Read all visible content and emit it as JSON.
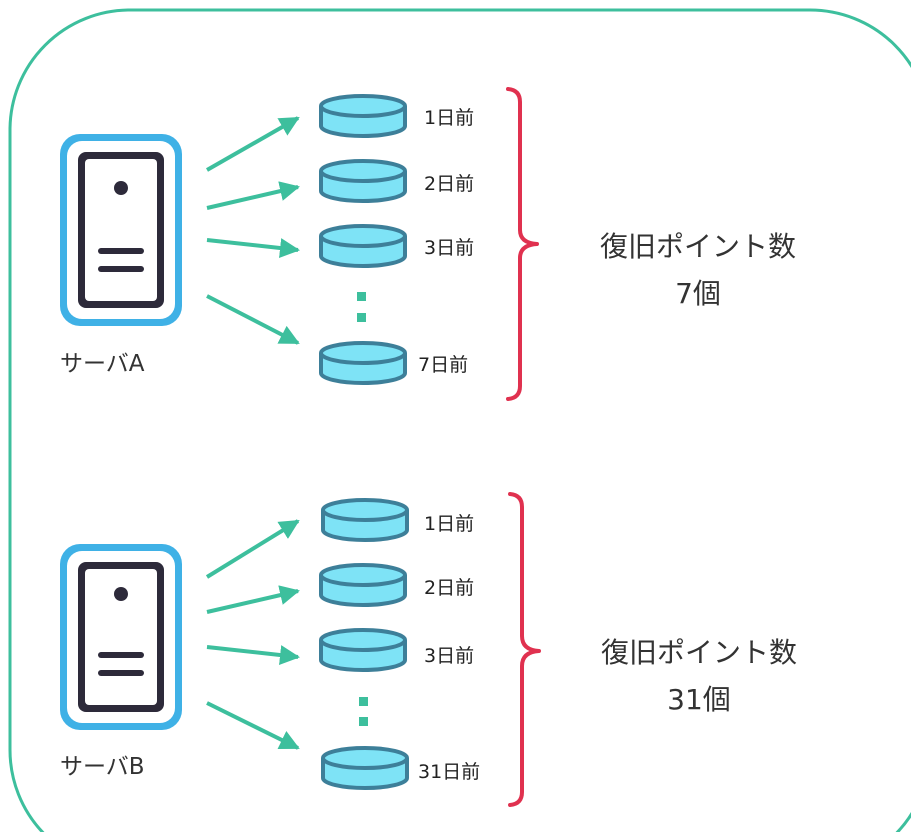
{
  "colors": {
    "frame": "#3dbf9d",
    "arrow": "#3dbf9d",
    "server_outer": "#3fb1e6",
    "server_body": "#ffffff",
    "server_inner": "#2d2a3a",
    "db_fill": "#7ee3f6",
    "db_stroke": "#3d7f99",
    "brace": "#e0314f",
    "dots": "#3dbf9d"
  },
  "groups": [
    {
      "server_label": "サーバA",
      "server_icon": "server-icon",
      "points": [
        {
          "label": "1日前",
          "icon": "database-icon"
        },
        {
          "label": "2日前",
          "icon": "database-icon"
        },
        {
          "label": "3日前",
          "icon": "database-icon"
        },
        {
          "label": "7日前",
          "icon": "database-icon"
        }
      ],
      "summary_line1": "復旧ポイント数",
      "summary_line2": "7個"
    },
    {
      "server_label": "サーバB",
      "server_icon": "server-icon",
      "points": [
        {
          "label": "1日前",
          "icon": "database-icon"
        },
        {
          "label": "2日前",
          "icon": "database-icon"
        },
        {
          "label": "3日前",
          "icon": "database-icon"
        },
        {
          "label": "31日前",
          "icon": "database-icon"
        }
      ],
      "summary_line1": "復旧ポイント数",
      "summary_line2": "31個"
    }
  ]
}
